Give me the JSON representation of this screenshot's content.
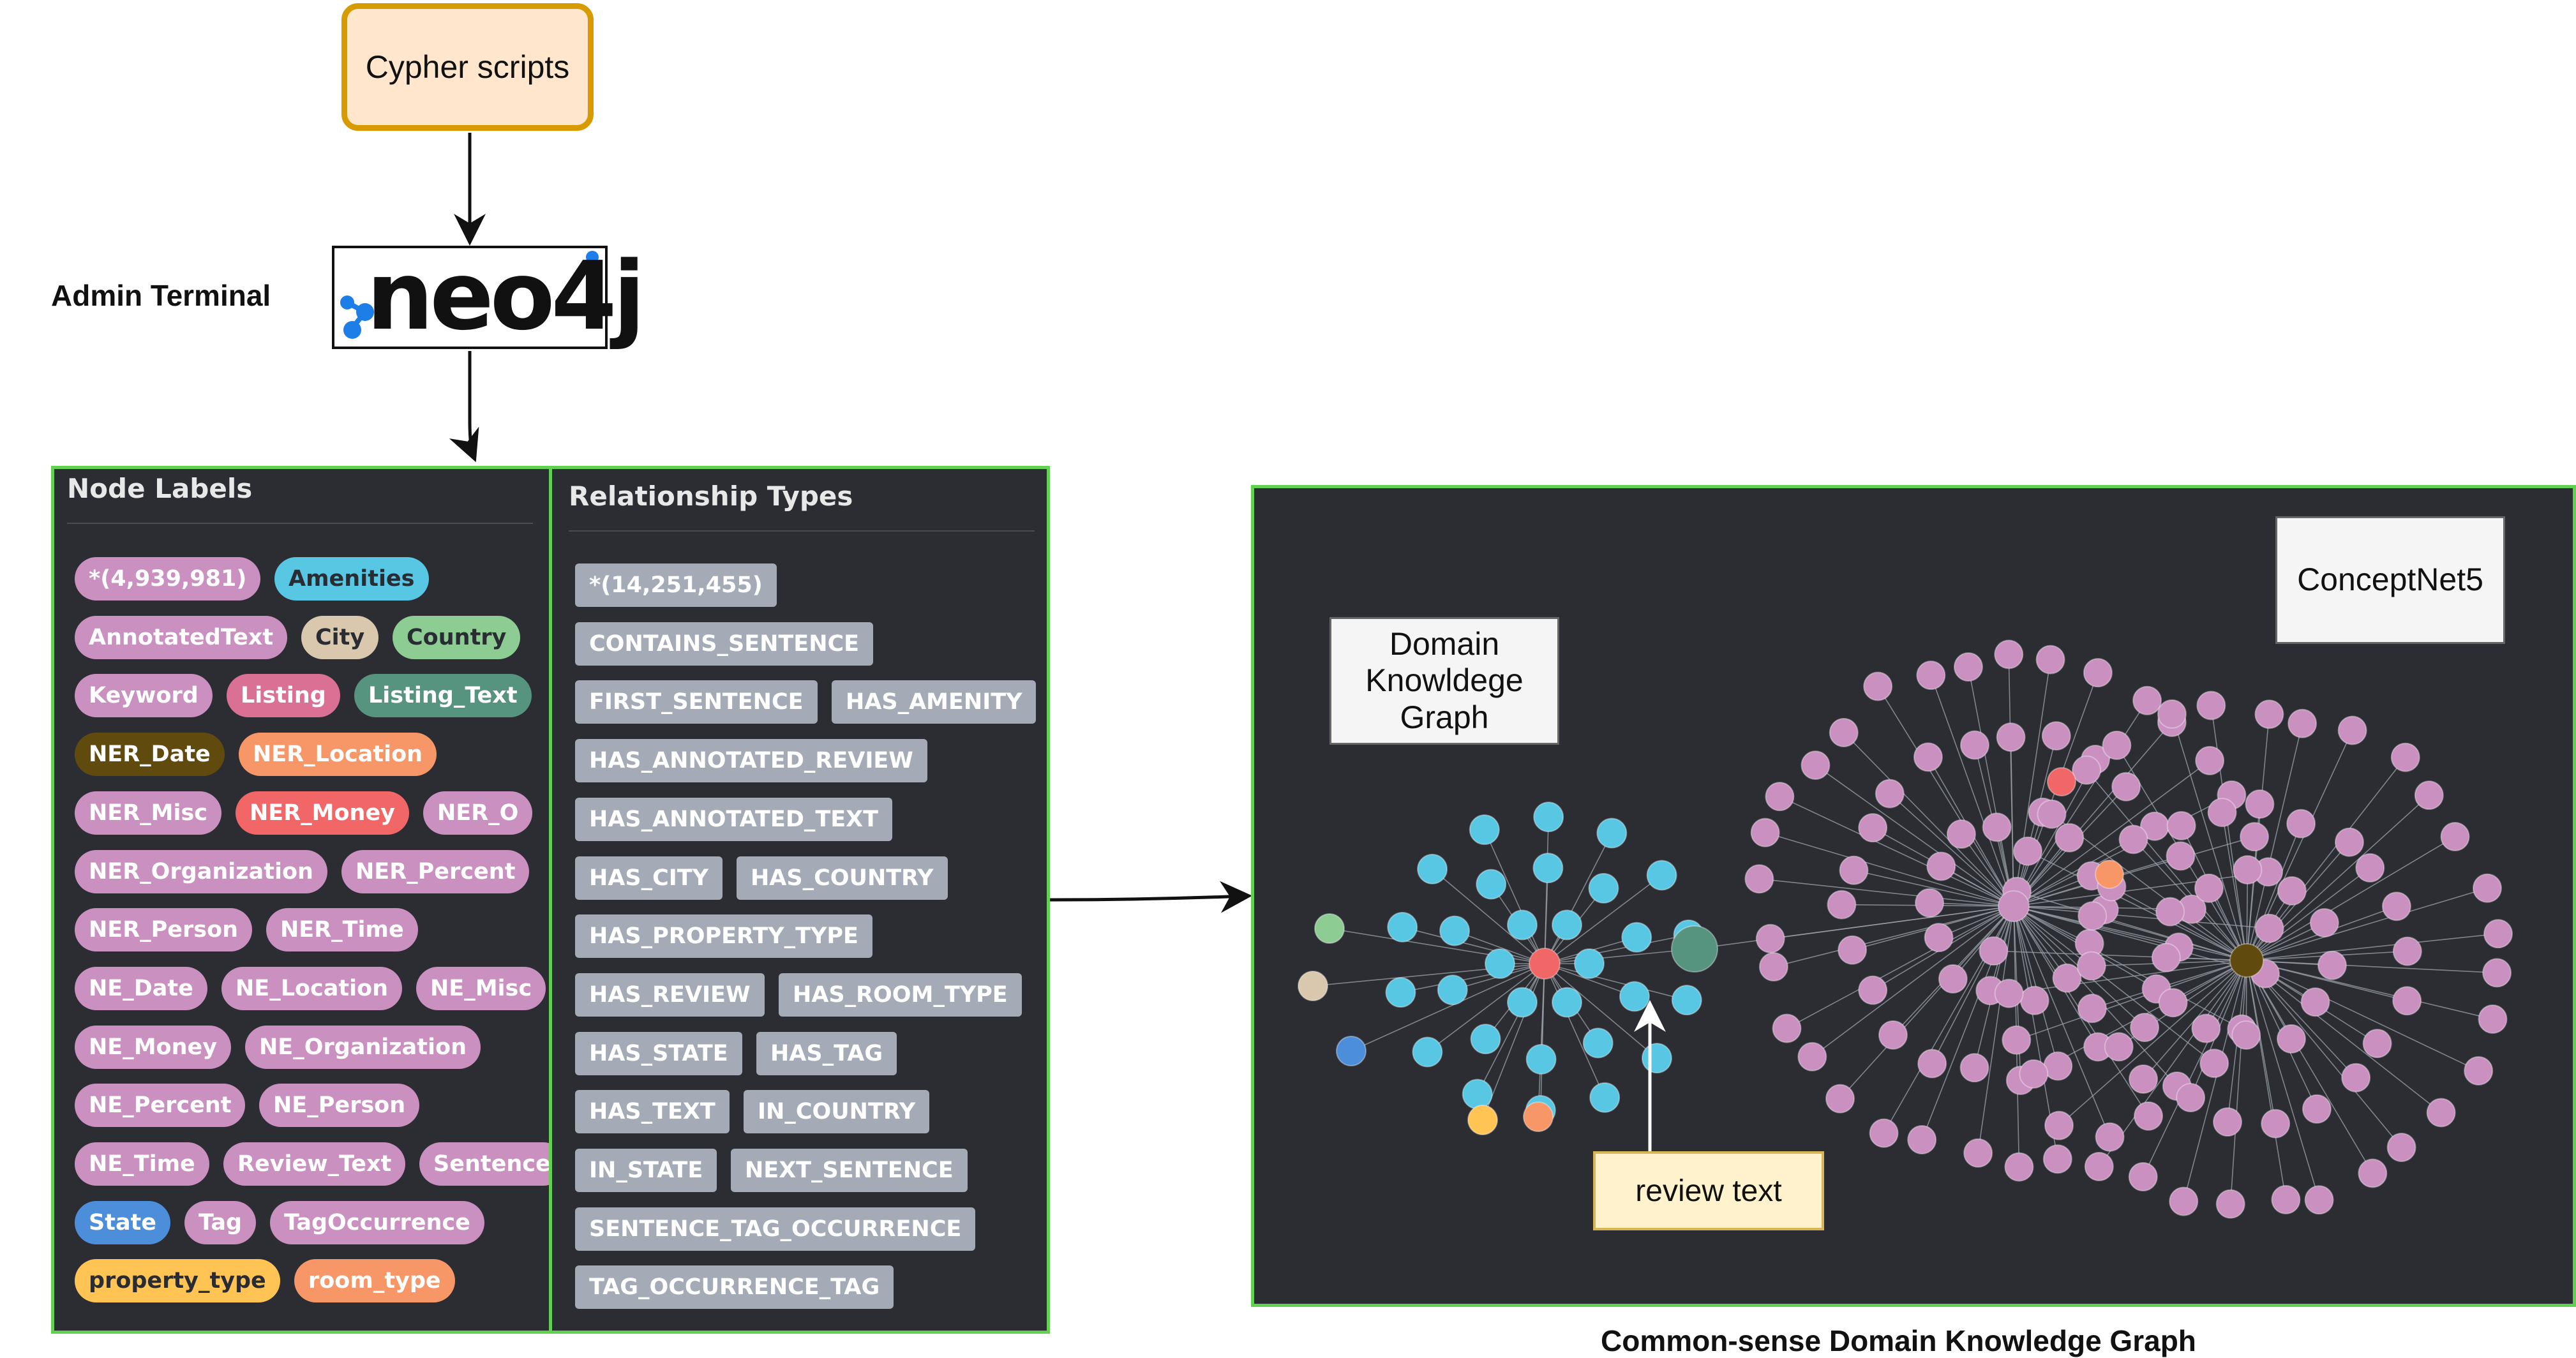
{
  "top": {
    "cypher_label": "Cypher scripts",
    "admin_label": "Admin Terminal",
    "neo4j_logo_text": "neo4j"
  },
  "node_labels": {
    "title": "Node Labels",
    "chips": [
      {
        "label": "*(4,939,981)",
        "color": "#c990c0",
        "text": "#ffffff"
      },
      {
        "label": "Amenities",
        "color": "#57c7e3",
        "text": "#2a2c34"
      },
      {
        "label": "AnnotatedText",
        "color": "#c990c0",
        "text": "#ffffff"
      },
      {
        "label": "City",
        "color": "#d9c8ae",
        "text": "#2a2c34"
      },
      {
        "label": "Country",
        "color": "#8dcc93",
        "text": "#2a2c34"
      },
      {
        "label": "Keyword",
        "color": "#c990c0",
        "text": "#ffffff"
      },
      {
        "label": "Listing",
        "color": "#da7194",
        "text": "#ffffff"
      },
      {
        "label": "Listing_Text",
        "color": "#4c8eda",
        "text": "#ffffff",
        "override": "#569480"
      },
      {
        "label": "NER_Date",
        "color": "#604a0e",
        "text": "#ffffff"
      },
      {
        "label": "NER_Location",
        "color": "#f79767",
        "text": "#ffffff"
      },
      {
        "label": "NER_Misc",
        "color": "#c990c0",
        "text": "#ffffff"
      },
      {
        "label": "NER_Money",
        "color": "#f16667",
        "text": "#ffffff"
      },
      {
        "label": "NER_O",
        "color": "#c990c0",
        "text": "#ffffff"
      },
      {
        "label": "NER_Organization",
        "color": "#c990c0",
        "text": "#ffffff"
      },
      {
        "label": "NER_Percent",
        "color": "#c990c0",
        "text": "#ffffff"
      },
      {
        "label": "NER_Person",
        "color": "#c990c0",
        "text": "#ffffff"
      },
      {
        "label": "NER_Time",
        "color": "#c990c0",
        "text": "#ffffff"
      },
      {
        "label": "NE_Date",
        "color": "#c990c0",
        "text": "#ffffff"
      },
      {
        "label": "NE_Location",
        "color": "#c990c0",
        "text": "#ffffff"
      },
      {
        "label": "NE_Misc",
        "color": "#c990c0",
        "text": "#ffffff"
      },
      {
        "label": "NE_Money",
        "color": "#c990c0",
        "text": "#ffffff"
      },
      {
        "label": "NE_Organization",
        "color": "#c990c0",
        "text": "#ffffff"
      },
      {
        "label": "NE_Percent",
        "color": "#c990c0",
        "text": "#ffffff"
      },
      {
        "label": "NE_Person",
        "color": "#c990c0",
        "text": "#ffffff"
      },
      {
        "label": "NE_Time",
        "color": "#c990c0",
        "text": "#ffffff"
      },
      {
        "label": "Review_Text",
        "color": "#c990c0",
        "text": "#ffffff"
      },
      {
        "label": "Sentence",
        "color": "#c990c0",
        "text": "#ffffff"
      },
      {
        "label": "State",
        "color": "#4c8eda",
        "text": "#ffffff"
      },
      {
        "label": "Tag",
        "color": "#c990c0",
        "text": "#ffffff"
      },
      {
        "label": "TagOccurrence",
        "color": "#c990c0",
        "text": "#ffffff"
      },
      {
        "label": "property_type",
        "color": "#ffc454",
        "text": "#2a2c34"
      },
      {
        "label": "room_type",
        "color": "#f79767",
        "text": "#ffffff"
      }
    ]
  },
  "relationship_types": {
    "title": "Relationship Types",
    "chips": [
      "*(14,251,455)",
      "CONTAINS_SENTENCE",
      "FIRST_SENTENCE",
      "HAS_AMENITY",
      "HAS_ANNOTATED_REVIEW",
      "HAS_ANNOTATED_TEXT",
      "HAS_CITY",
      "HAS_COUNTRY",
      "HAS_PROPERTY_TYPE",
      "HAS_REVIEW",
      "HAS_ROOM_TYPE",
      "HAS_STATE",
      "HAS_TAG",
      "HAS_TEXT",
      "IN_COUNTRY",
      "IN_STATE",
      "NEXT_SENTENCE",
      "SENTENCE_TAG_OCCURRENCE",
      "TAG_OCCURRENCE_TAG"
    ]
  },
  "graph": {
    "domain_kg_label": "Domain Knowldege Graph",
    "conceptnet_label": "ConceptNet5",
    "review_text_label": "review text",
    "caption": "Common-sense Domain Knowledge Graph",
    "colors": {
      "pink": "#c990c0",
      "cyan": "#57c7e3",
      "red": "#f16667",
      "green": "#569480",
      "brown": "#604a0e",
      "orange": "#f79767",
      "yellow": "#ffc454",
      "tan": "#d9c8ae",
      "lightgreen": "#8dcc93",
      "blue": "#4c8eda"
    }
  }
}
